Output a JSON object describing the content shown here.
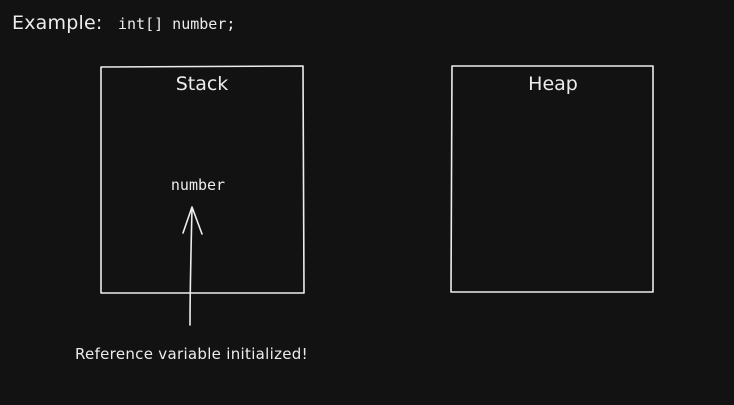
{
  "example": {
    "label": "Example:",
    "code": "int[] number;"
  },
  "stack": {
    "title": "Stack",
    "variable": "number"
  },
  "heap": {
    "title": "Heap"
  },
  "annotation": "Reference variable initialized!",
  "colors": {
    "background": "#121212",
    "stroke": "#ececec"
  }
}
